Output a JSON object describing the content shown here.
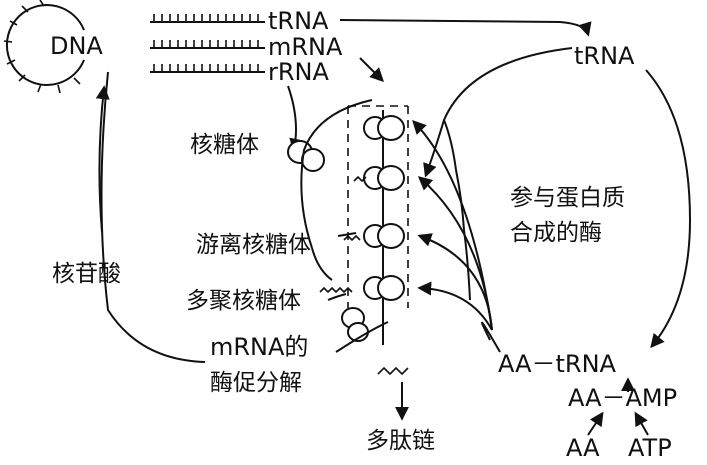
{
  "labels": {
    "dna": "DNA",
    "trna_top": "tRNA",
    "mrna_top": "mRNA",
    "rrna_top": "rRNA",
    "trna_right": "tRNA",
    "ribosome": "核糖体",
    "free_ribosome": "游离核糖体",
    "polyribosome": "多聚核糖体",
    "nucleotide": "核苷酸",
    "enzyme_line1": "参与蛋白质",
    "enzyme_line2": "合成的酶",
    "mrna_degrade_line1": "mRNA的",
    "mrna_degrade_line2": "酶促分解",
    "polypeptide": "多肽链",
    "aa_trna": "AA－tRNA",
    "aa_amp": "AA－AMP",
    "aa": "AA",
    "atp": "ATP"
  },
  "colors": {
    "ink": "#111111",
    "background": "#ffffff"
  }
}
